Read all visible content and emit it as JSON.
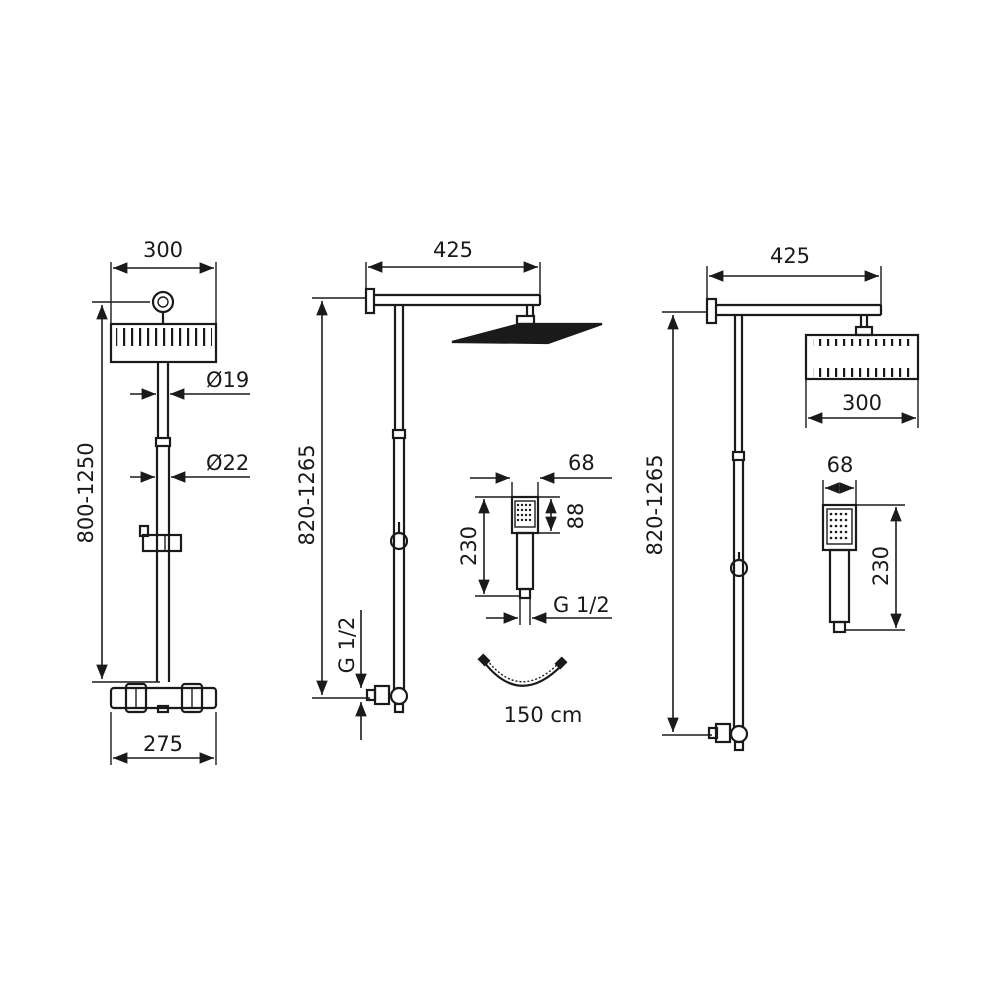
{
  "front_view": {
    "head_width": "300",
    "pipe_upper_diameter": "Ø19",
    "pipe_lower_diameter": "Ø22",
    "height_range": "800-1250",
    "valve_width": "275"
  },
  "side_view_1": {
    "arm_length": "425",
    "height_range": "820-1265",
    "inlet_thread": "G 1/2"
  },
  "hand_shower": {
    "width": "68",
    "head_height": "88",
    "length": "230",
    "thread": "G 1/2"
  },
  "hose": {
    "length": "150 cm"
  },
  "side_view_2": {
    "arm_length": "425",
    "height_range": "820-1265",
    "head_width": "300",
    "hand_width": "68",
    "hand_length": "230"
  }
}
